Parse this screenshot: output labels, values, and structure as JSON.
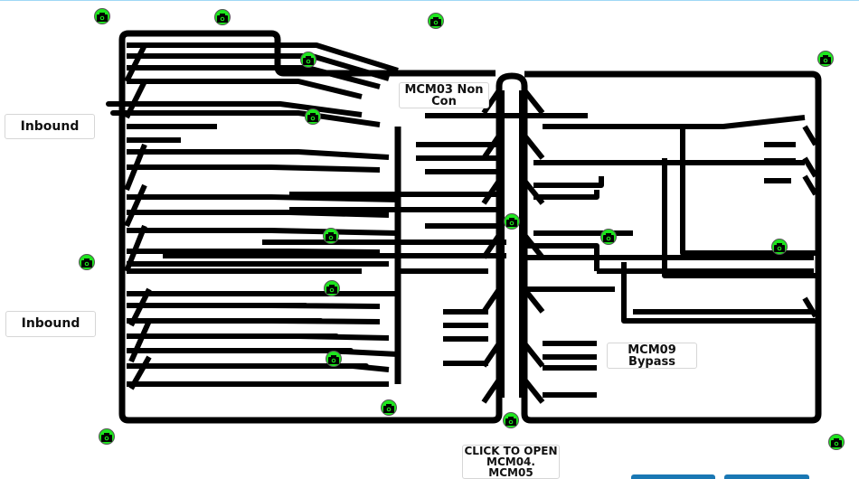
{
  "labels": {
    "inbound_top": "Inbound",
    "inbound_bottom": "Inbound",
    "mcm03": "MCM03 Non Con",
    "mcm09": "MCM09 Bypass",
    "mcm04": "CLICK TO OPEN MCM04. MCM05"
  },
  "camera_icon": "camera-icon",
  "colors": {
    "conveyor": "#000000",
    "camera": "#1ee61e",
    "button": "#1a78b4"
  }
}
